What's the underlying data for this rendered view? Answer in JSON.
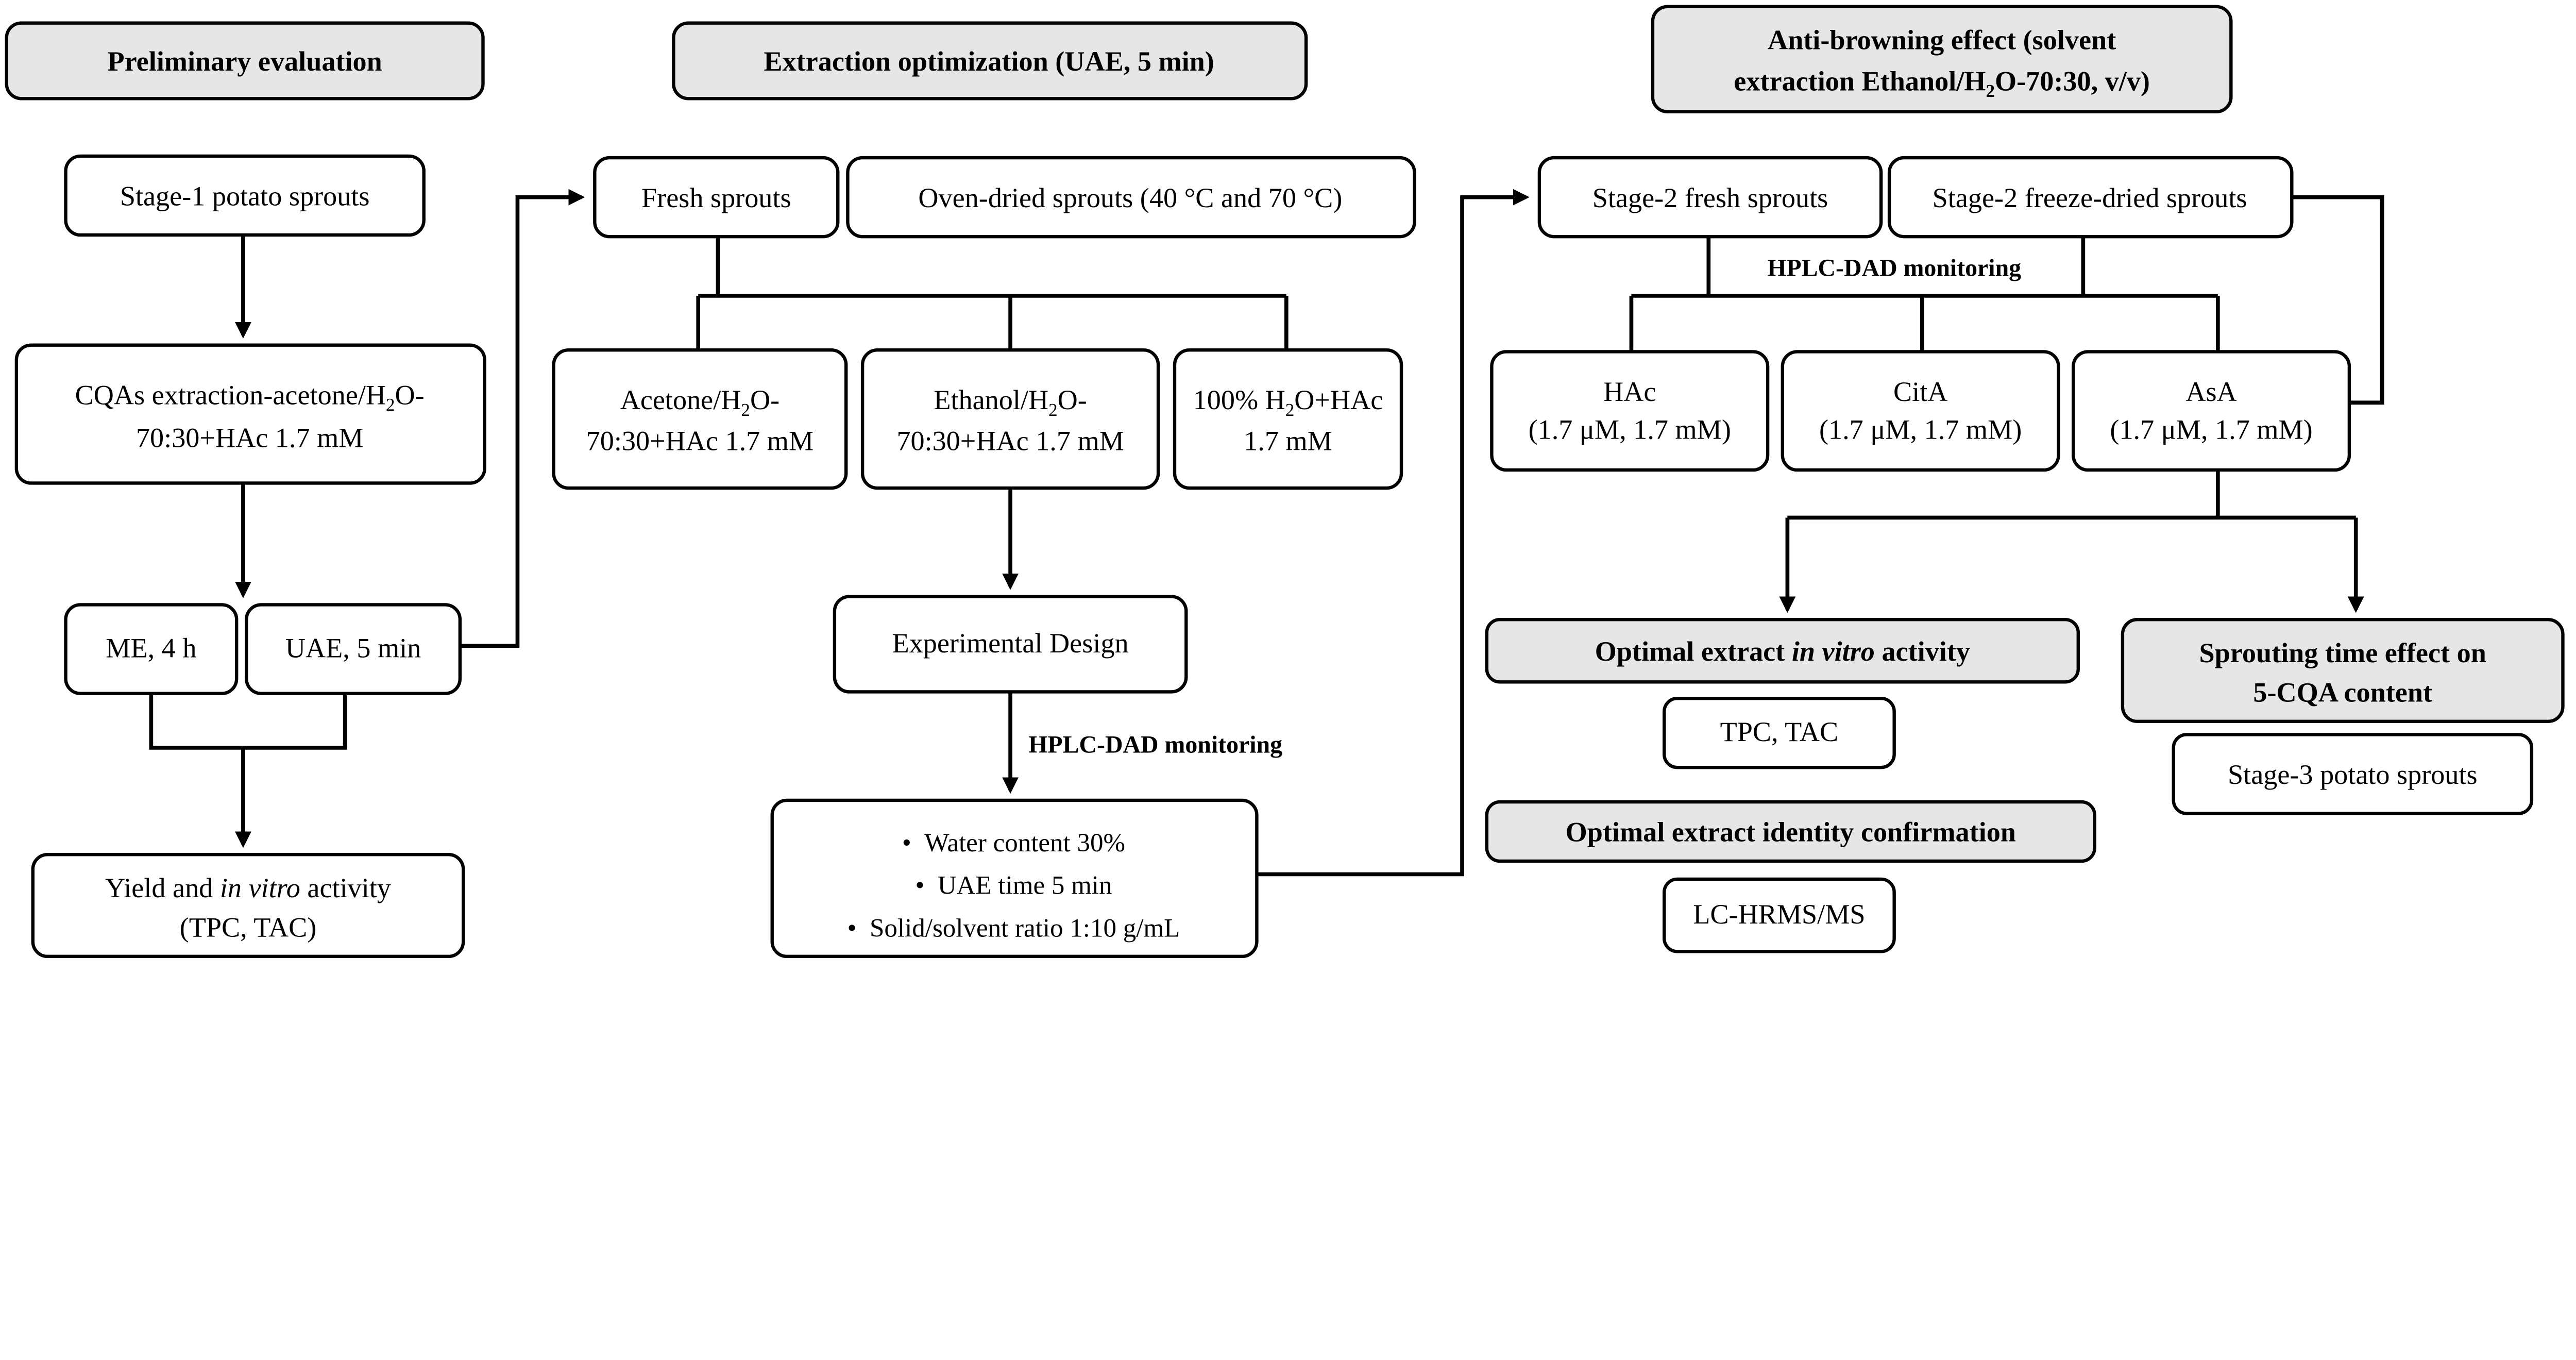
{
  "headers": {
    "preliminary": "Preliminary evaluation",
    "extraction": "Extraction optimization (UAE, 5 min)",
    "antibrowning_l1": "Anti-browning effect (solvent",
    "antibrowning_l2a": "extraction Ethanol/H",
    "antibrowning_l2sub": "2",
    "antibrowning_l2b": "O-70:30, v/v)"
  },
  "col1": {
    "stage1": "Stage-1 potato sprouts",
    "cqas_l1a": "CQAs extraction-acetone/H",
    "cqas_l1sub": "2",
    "cqas_l1b": "O-",
    "cqas_l2": "70:30+HAc 1.7 mM",
    "me": "ME, 4 h",
    "uae": "UAE, 5 min",
    "yield_l1a": "Yield and ",
    "yield_l1i": "in vitro",
    "yield_l1b": " activity",
    "yield_l2": "(TPC, TAC)"
  },
  "col2": {
    "fresh": "Fresh sprouts",
    "oven": "Oven-dried sprouts (40 °C and 70 °C)",
    "acetone_l1a": "Acetone/H",
    "acetone_l1sub": "2",
    "acetone_l1b": "O-",
    "acetone_l2": "70:30+HAc 1.7 mM",
    "ethanol_l1a": "Ethanol/H",
    "ethanol_l1sub": "2",
    "ethanol_l1b": "O-",
    "ethanol_l2": "70:30+HAc 1.7 mM",
    "water_l1a": "100% H",
    "water_l1sub": "2",
    "water_l1b": "O+HAc",
    "water_l2": "1.7 mM",
    "design": "Experimental Design",
    "hplc": "HPLC-DAD monitoring",
    "bullets": [
      "Water content 30%",
      "UAE time 5 min",
      "Solid/solvent ratio 1:10 g/mL"
    ],
    "bullet_char": "•"
  },
  "col3": {
    "fresh2": "Stage-2 fresh sprouts",
    "freeze2": "Stage-2 freeze-dried sprouts",
    "hplc": "HPLC-DAD monitoring",
    "hac": "HAc",
    "hac_conc": "(1.7 μM, 1.7 mM)",
    "cita": "CitA",
    "cita_conc": "(1.7 μM, 1.7 mM)",
    "asa": "AsA",
    "asa_conc": "(1.7 μM, 1.7 mM)",
    "invitro_a": "Optimal extract ",
    "invitro_i": "in vitro",
    "invitro_b": " activity",
    "tpc": "TPC, TAC",
    "identity": "Optimal extract identity confirmation",
    "lchrms": "LC-HRMS/MS",
    "sprouting_l1": "Sprouting time effect on",
    "sprouting_l2": "5-CQA content",
    "stage3": "Stage-3 potato sprouts"
  },
  "colors": {
    "header_fill": "#e6e6e6",
    "stroke": "#000000"
  }
}
